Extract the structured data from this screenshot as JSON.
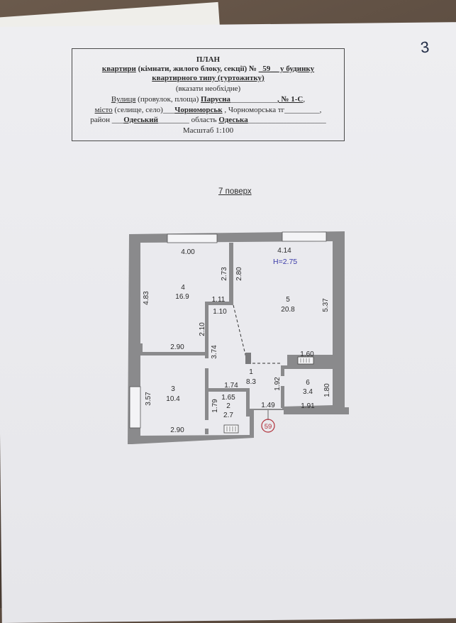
{
  "page_number": "3",
  "header": {
    "title": "ПЛАН",
    "line1_pre": "квартири",
    "line1_post": " (кімнати, жилого блоку, секції) №",
    "apt_no": "_59__",
    "line1_end": " у будинку",
    "line2": "квартирного типу (гуртожитку)",
    "line3": "(вказати необхідне)",
    "street_label": "Вулиця",
    "street_hint": " (провулок, площа)",
    "street_value": "Парусна",
    "building_label": ", № 1-С",
    "building_end": ",",
    "city_label": "місто",
    "city_hint": " (селище, село)___",
    "city_value": "Чорноморськ",
    "community": " , Чорноморська тг_________,",
    "district_label": "район",
    "district_value": "Одеський",
    "region_label": "область",
    "region_value": "Одеська",
    "scale": "Масштаб 1:100"
  },
  "floor_label": "7 поверх",
  "plan": {
    "height_label": "H=2.75",
    "entrance_number": "59",
    "rooms": [
      {
        "number": "4",
        "area": "16.9"
      },
      {
        "number": "5",
        "area": "20.8"
      },
      {
        "number": "3",
        "area": "10.4"
      },
      {
        "number": "1",
        "area": "8.3"
      },
      {
        "number": "2",
        "area": "2.7"
      },
      {
        "number": "6",
        "area": "3.4"
      }
    ],
    "dimensions": {
      "r4_top": "4.00",
      "r4_left": "4.83",
      "r4_right": "2.73",
      "r4_bottom": "2.90",
      "r5_top": "4.14",
      "r5_left": "2.80",
      "r5_right": "5.37",
      "r5_bottom": "1.60",
      "hall_top_a": "1.11",
      "hall_top_b": "1.10",
      "hall_left_a": "2.10",
      "hall_left_b": "3.74",
      "hall_mid": "1.74",
      "hall_right": "1.92",
      "r3_left": "3.57",
      "r3_bottom": "2.90",
      "r2_top": "1.65",
      "r2_left": "1.79",
      "corr_bottom": "1.49",
      "r6_right": "1.80",
      "r6_bottom": "1.91"
    }
  }
}
